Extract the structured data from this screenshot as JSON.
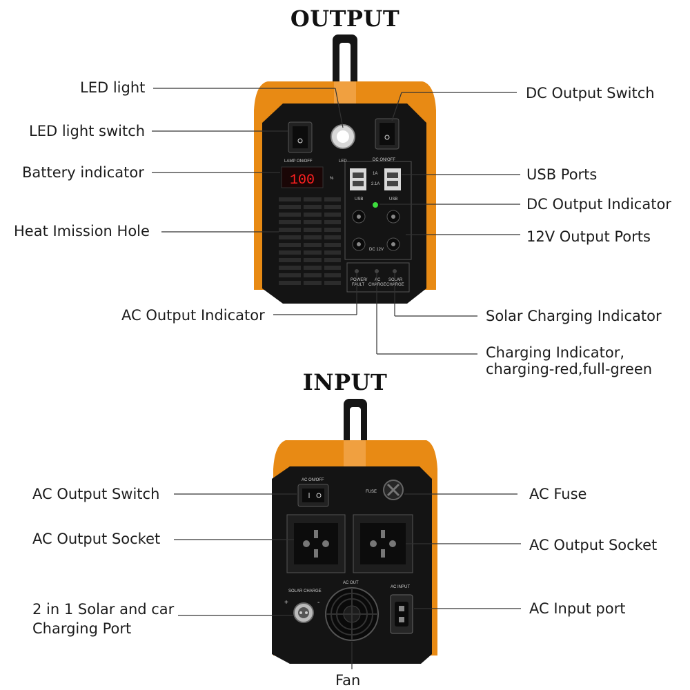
{
  "headings": {
    "output": "OUTPUT",
    "input": "INPUT"
  },
  "output_labels": {
    "led_light": "LED light",
    "led_light_switch": "LED light switch",
    "battery_indicator": "Battery indicator",
    "heat_hole": "Heat Imission Hole",
    "ac_output_indicator": "AC Output Indicator",
    "dc_output_switch": "DC Output  Switch",
    "usb_ports": "USB Ports",
    "dc_output_indicator": "DC Output Indicator",
    "output_12v": "12V Output Ports",
    "solar_indicator": "Solar Charging Indicator",
    "charging_indicator_line1": "Charging  Indicator,",
    "charging_indicator_line2": "charging-red,full-green"
  },
  "input_labels": {
    "ac_output_switch": "AC Output Switch",
    "ac_output_socket_left": "AC Output Socket",
    "solar_car_line1": "2 in 1 Solar and car",
    "solar_car_line2": "Charging Port",
    "fan": "Fan",
    "ac_fuse": "AC Fuse",
    "ac_output_socket_right": "AC Output Socket",
    "ac_input_port": "AC Input port"
  },
  "panel_text": {
    "lamp_on_off": "LAMP ON/OFF",
    "led": "LED",
    "dc_on_off": "DC ON/OFF",
    "battery_value": "100",
    "percent": "%",
    "usb1": "USB",
    "usb2": "USB",
    "usb_rating_top": "1A",
    "usb_rating_bottom": "2.1A",
    "dc_12v": "DC 12V",
    "power_fault_1": "POWER/",
    "power_fault_2": "FAULT",
    "ac_charge_1": "AC",
    "ac_charge_2": "CHARGE",
    "solar_charge_1": "SOLAR",
    "solar_charge_2": "CHARGE",
    "ac_on_off": "AC ON/OFF",
    "fuse": "FUSE",
    "solar_charge": "SOLAR CHARGE",
    "ac_out": "AC OUT",
    "ac_input": "AC INPUT",
    "plus": "+",
    "minus": "-"
  },
  "colors": {
    "body_orange": "#e88a14",
    "panel_black": "#141414",
    "display_red": "#ff2020",
    "indicator_green": "#3ddc3d"
  }
}
